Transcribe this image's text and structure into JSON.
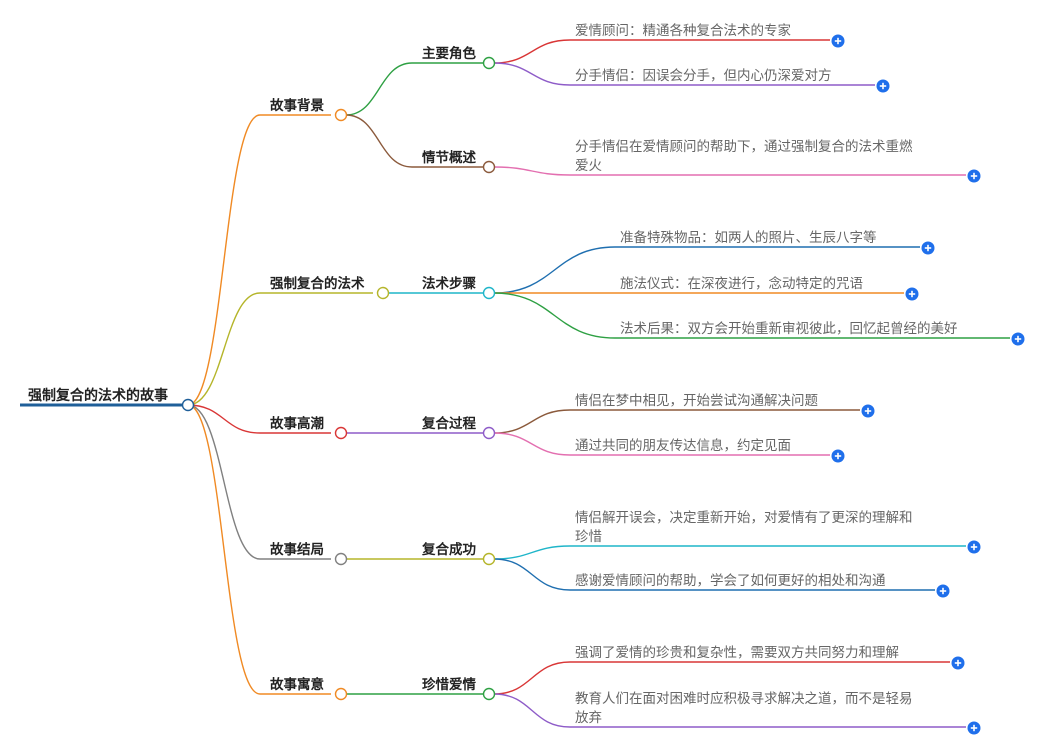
{
  "root": {
    "label": "强制复合的法术的故事",
    "color": "#1f5f99"
  },
  "branches": [
    {
      "label": "故事背景",
      "color": "#f08a24",
      "children": [
        {
          "label": "主要角色",
          "color": "#2ea043",
          "leaves": [
            {
              "lines": [
                "爱情顾问：精通各种复合法术的专家"
              ],
              "color": "#d93636"
            },
            {
              "lines": [
                "分手情侣：因误会分手，但内心仍深爱对方"
              ],
              "color": "#8e5cc8"
            }
          ]
        },
        {
          "label": "情节概述",
          "color": "#8b5a3c",
          "leaves": [
            {
              "lines": [
                "分手情侣在爱情顾问的帮助下，通过强制复合的法术重燃",
                "爱火"
              ],
              "color": "#e36fb0"
            }
          ]
        }
      ]
    },
    {
      "label": "强制复合的法术",
      "color": "#b5b52a",
      "children": [
        {
          "label": "法术步骤",
          "color": "#1fb5c9",
          "leaves": [
            {
              "lines": [
                "准备特殊物品：如两人的照片、生辰八字等"
              ],
              "color": "#1f6fb0"
            },
            {
              "lines": [
                "施法仪式：在深夜进行，念动特定的咒语"
              ],
              "color": "#f08a24"
            },
            {
              "lines": [
                "法术后果：双方会开始重新审视彼此，回忆起曾经的美好"
              ],
              "color": "#2ea043"
            }
          ]
        }
      ]
    },
    {
      "label": "故事高潮",
      "color": "#d93636",
      "children": [
        {
          "label": "复合过程",
          "color": "#8e5cc8",
          "leaves": [
            {
              "lines": [
                "情侣在梦中相见，开始尝试沟通解决问题"
              ],
              "color": "#8b5a3c"
            },
            {
              "lines": [
                "通过共同的朋友传达信息，约定见面"
              ],
              "color": "#e36fb0"
            }
          ]
        }
      ]
    },
    {
      "label": "故事结局",
      "color": "#808080",
      "children": [
        {
          "label": "复合成功",
          "color": "#b5b52a",
          "leaves": [
            {
              "lines": [
                "情侣解开误会，决定重新开始，对爱情有了更深的理解和",
                "珍惜"
              ],
              "color": "#1fb5c9"
            },
            {
              "lines": [
                "感谢爱情顾问的帮助，学会了如何更好的相处和沟通"
              ],
              "color": "#1f6fb0"
            }
          ]
        }
      ]
    },
    {
      "label": "故事寓意",
      "color": "#f08a24",
      "children": [
        {
          "label": "珍惜爱情",
          "color": "#2ea043",
          "leaves": [
            {
              "lines": [
                "强调了爱情的珍贵和复杂性，需要双方共同努力和理解"
              ],
              "color": "#d93636"
            },
            {
              "lines": [
                "教育人们在面对困难时应积极寻求解决之道，而不是轻易",
                "放弃"
              ],
              "color": "#8e5cc8"
            }
          ]
        }
      ]
    }
  ]
}
